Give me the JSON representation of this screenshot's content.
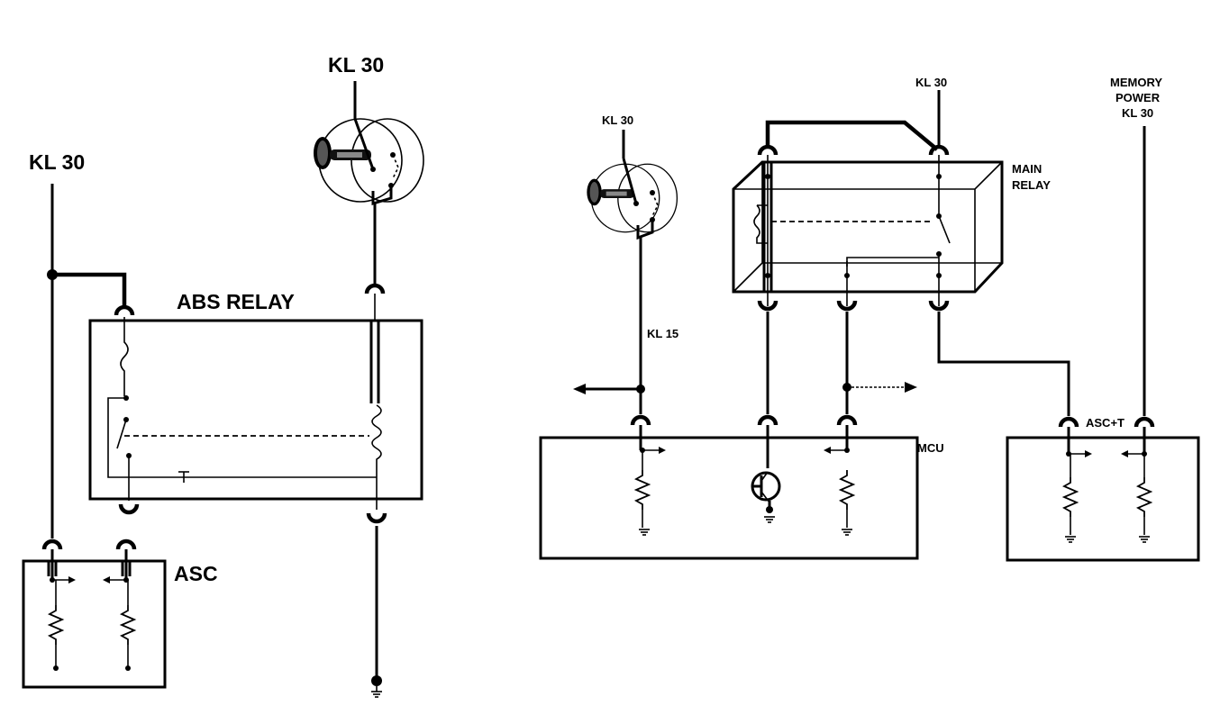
{
  "labels": {
    "kl30_left": "KL 30",
    "kl30_switch_left": "KL 30",
    "abs_relay": "ABS RELAY",
    "asc": "ASC",
    "kl30_switch_right": "KL 30",
    "kl30_main": "KL 30",
    "memory_power_1": "MEMORY",
    "memory_power_2": "POWER",
    "memory_power_3": "KL 30",
    "main_relay_1": "MAIN",
    "main_relay_2": "RELAY",
    "kl15": "KL 15",
    "mcu": "MCU",
    "asct": "ASC+T"
  }
}
